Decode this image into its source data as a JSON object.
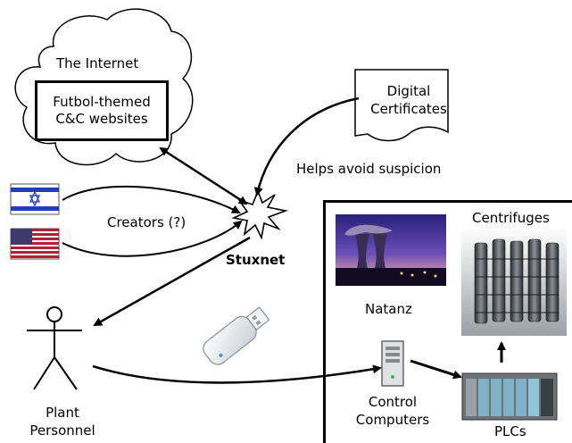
{
  "internet": {
    "label": "The Internet",
    "cnc_line1": "Futbol-themed",
    "cnc_line2": "C&C websites"
  },
  "certificates": {
    "line1": "Digital",
    "line2": "Certificates",
    "caption": "Helps avoid suspicion"
  },
  "creators": {
    "label": "Creators (?)",
    "flags": [
      "israel-flag",
      "usa-flag"
    ]
  },
  "stuxnet": {
    "label": "Stuxnet"
  },
  "personnel": {
    "line1": "Plant",
    "line2": "Personnel"
  },
  "site": {
    "natanz_label": "Natanz",
    "centrifuges_label": "Centrifuges",
    "control_line1": "Control",
    "control_line2": "Computers",
    "plcs_label": "PLCs"
  },
  "colors": {
    "israel_blue": "#1f3fbf",
    "usa_red": "#b22234",
    "usa_blue": "#3c3b6e",
    "sky_purple": "#4a3a9a"
  }
}
